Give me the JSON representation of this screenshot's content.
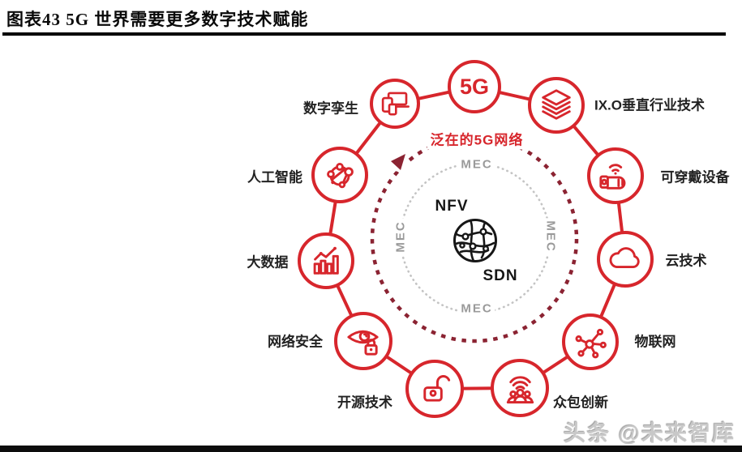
{
  "title": "图表43 5G 世界需要更多数字技术赋能",
  "watermark": "头条 @未来智库",
  "colors": {
    "node_red": "#d7262c",
    "dashed_ring_dark_red": "#8b2332",
    "dotted_ring_gray": "#c4c4c4",
    "mec_gray": "#9a9a9a",
    "text_black": "#161616"
  },
  "center": {
    "ubiquitous_label": "泛在的5G网络",
    "mec": "MEC",
    "nfv": "NFV",
    "sdn": "SDN",
    "globe_icon": "globe-network-icon"
  },
  "nodes": [
    {
      "id": "5g",
      "label": "5G",
      "icon": "5g-text",
      "label_position": "inside"
    },
    {
      "id": "industry-x0",
      "label": "IX.O垂直行业技术",
      "icon": "layers-icon",
      "label_position": "right"
    },
    {
      "id": "wearables",
      "label": "可穿戴设备",
      "icon": "wearable-watch-icon",
      "label_position": "right"
    },
    {
      "id": "cloud",
      "label": "云技术",
      "icon": "cloud-icon",
      "label_position": "right"
    },
    {
      "id": "iot",
      "label": "物联网",
      "icon": "iot-hub-icon",
      "label_position": "right"
    },
    {
      "id": "crowdsourcing",
      "label": "众包创新",
      "icon": "crowd-wifi-icon",
      "label_position": "right"
    },
    {
      "id": "opensource",
      "label": "开源技术",
      "icon": "open-lock-icon",
      "label_position": "below-left"
    },
    {
      "id": "security",
      "label": "网络安全",
      "icon": "eye-lock-icon",
      "label_position": "left"
    },
    {
      "id": "bigdata",
      "label": "大数据",
      "icon": "bar-chart-icon",
      "label_position": "left"
    },
    {
      "id": "ai",
      "label": "人工智能",
      "icon": "molecule-icon",
      "label_position": "left"
    },
    {
      "id": "digital-twin",
      "label": "数字孪生",
      "icon": "devices-icon",
      "label_position": "left"
    }
  ]
}
